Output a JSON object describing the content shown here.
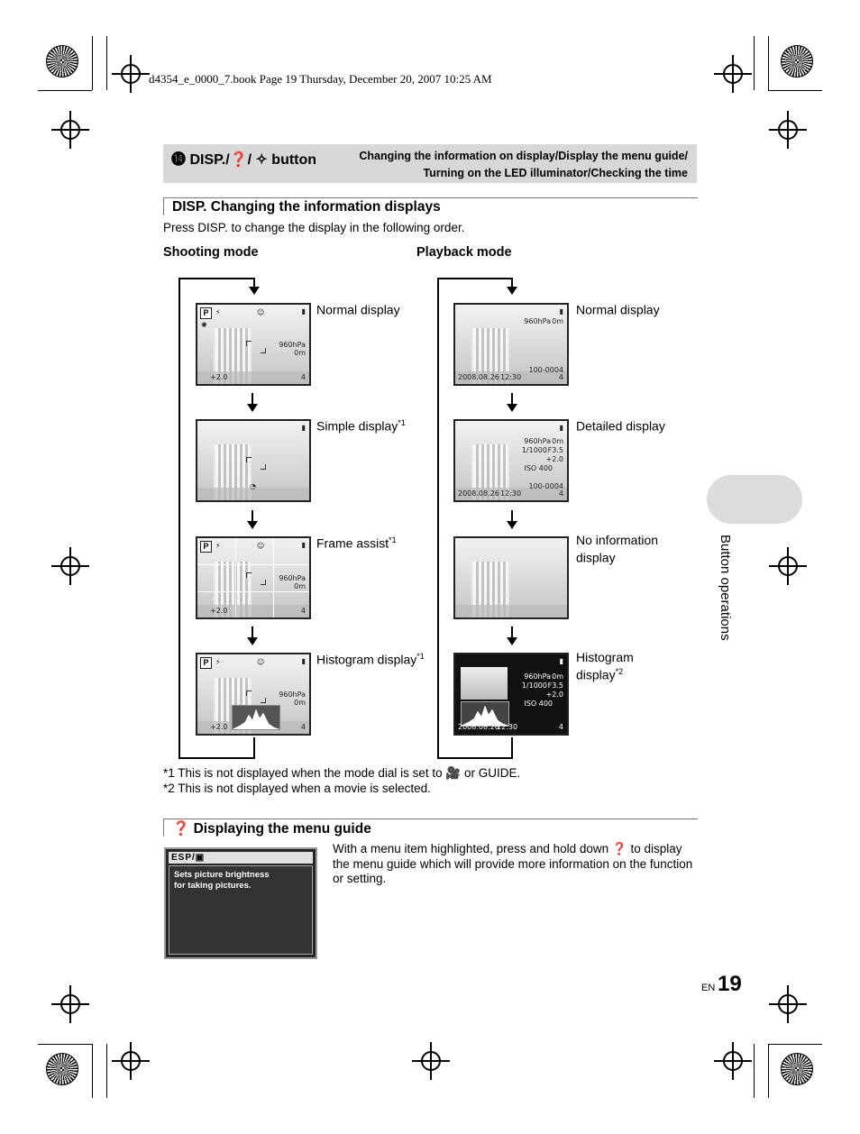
{
  "print_header": "d4354_e_0000_7.book  Page 19  Thursday, December 20, 2007  10:25 AM",
  "header": {
    "number": "⓮",
    "title": "DISP./❓/ ✧ button",
    "subtitle_line1": "Changing the information on display/Display the menu guide/",
    "subtitle_line2": "Turning on the LED illuminator/Checking the time"
  },
  "section1": {
    "title": "DISP. Changing the information displays",
    "intro": "Press DISP. to change the display in the following order.",
    "shooting_heading": "Shooting mode",
    "playback_heading": "Playback mode",
    "shooting_labels": [
      "Normal display",
      "Simple display",
      "Frame assist",
      "Histogram display"
    ],
    "shooting_marks": [
      "",
      "*1",
      "*1",
      "*1"
    ],
    "playback_labels": [
      "Normal display",
      "Detailed display",
      "No information display",
      "Histogram display"
    ],
    "playback_marks": [
      "",
      "",
      "",
      "*2"
    ],
    "note1": "*1 This is not displayed when the mode dial is set to 🎥 or GUIDE.",
    "note2": "*2 This is not displayed when a movie is selected."
  },
  "lcd": {
    "mode": "P",
    "pressure": "960hPa",
    "altitude": "0m",
    "exposure": "+2.0",
    "frames": "4",
    "shutter": "1/1000",
    "aperture": "F3.5",
    "iso": "ISO 400",
    "date": "2008.08.26",
    "time": "12:30",
    "file": "100-0004"
  },
  "section2": {
    "title": "❓ Displaying the menu guide",
    "description": "With a menu item highlighted, press and hold down ❓ to display the menu guide which will provide more information on the function or setting.",
    "guide_bar": "ESP/▣",
    "guide_text_line1": "Sets picture brightness",
    "guide_text_line2": "for taking pictures."
  },
  "side_tab": "Button operations",
  "page": {
    "lang": "EN",
    "number": "19"
  }
}
